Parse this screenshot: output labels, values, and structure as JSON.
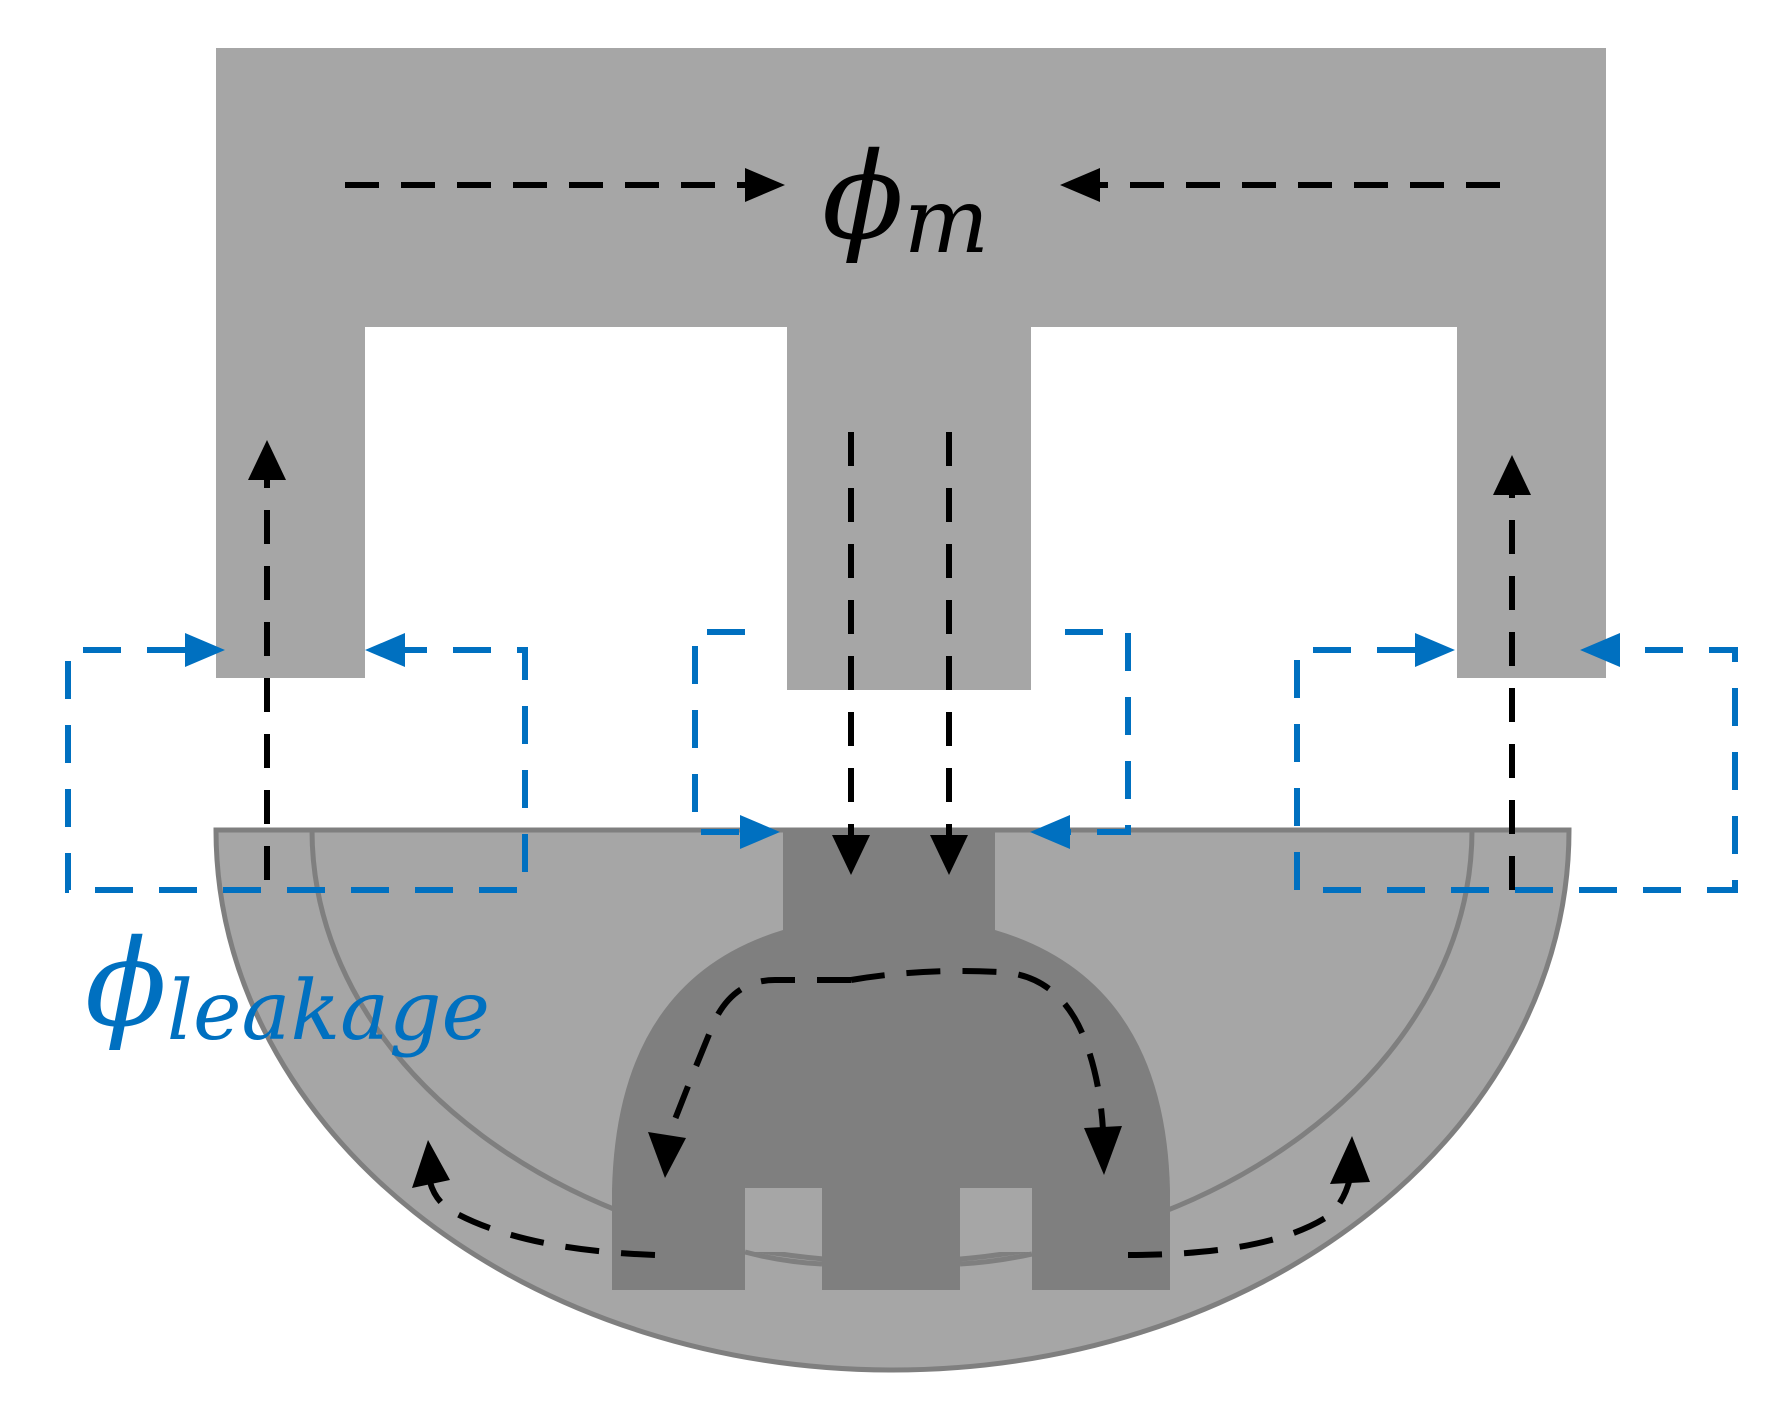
{
  "labels": {
    "main_flux": {
      "symbol": "ϕ",
      "subscript": "m"
    },
    "leakage_flux": {
      "symbol": "ϕ",
      "subscript": "leakage"
    }
  },
  "colors": {
    "stator": "#a6a6a6",
    "rotor_outer": "#a6a6a6",
    "rotor_edge": "#7f7f7f",
    "rotor_core": "#7f7f7f",
    "main_flux_path": "#000000",
    "leakage_flux_path": "#0070c0",
    "background": "#ffffff"
  }
}
